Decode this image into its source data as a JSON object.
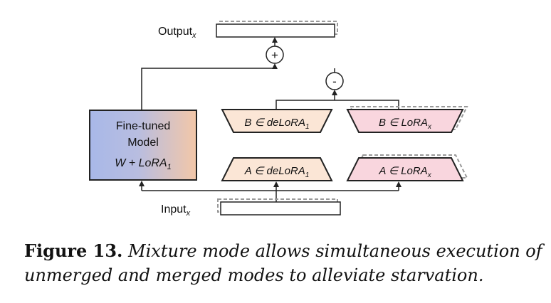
{
  "diagram": {
    "output_label": {
      "main": "Output",
      "sub": "x"
    },
    "input_label": {
      "main": "Input",
      "sub": "x"
    },
    "plus_symbol": "+",
    "minus_symbol": "-",
    "model": {
      "line1": "Fine-tuned",
      "line2": "Model",
      "formula": {
        "main": "W + LoRA",
        "sub": "1"
      }
    },
    "b_delora": {
      "main": "B ∈ deLoRA",
      "sub": "1"
    },
    "b_lora": {
      "main": "B ∈ LoRA",
      "sub": "x"
    },
    "a_delora": {
      "main": "A ∈ deLoRA",
      "sub": "1"
    },
    "a_lora": {
      "main": "A ∈ LoRA",
      "sub": "x"
    },
    "colors": {
      "model_left": "#a8b8e8",
      "model_right": "#f3c7a8",
      "delora_fill": "#fbe6d6",
      "lora_fill": "#f9d6de",
      "dashed_shadow": "#999999",
      "line": "#222222"
    }
  },
  "caption": {
    "label": "Figure 13.",
    "text": " Mixture mode allows simultaneous execution of unmerged and merged modes to alleviate starvation."
  }
}
